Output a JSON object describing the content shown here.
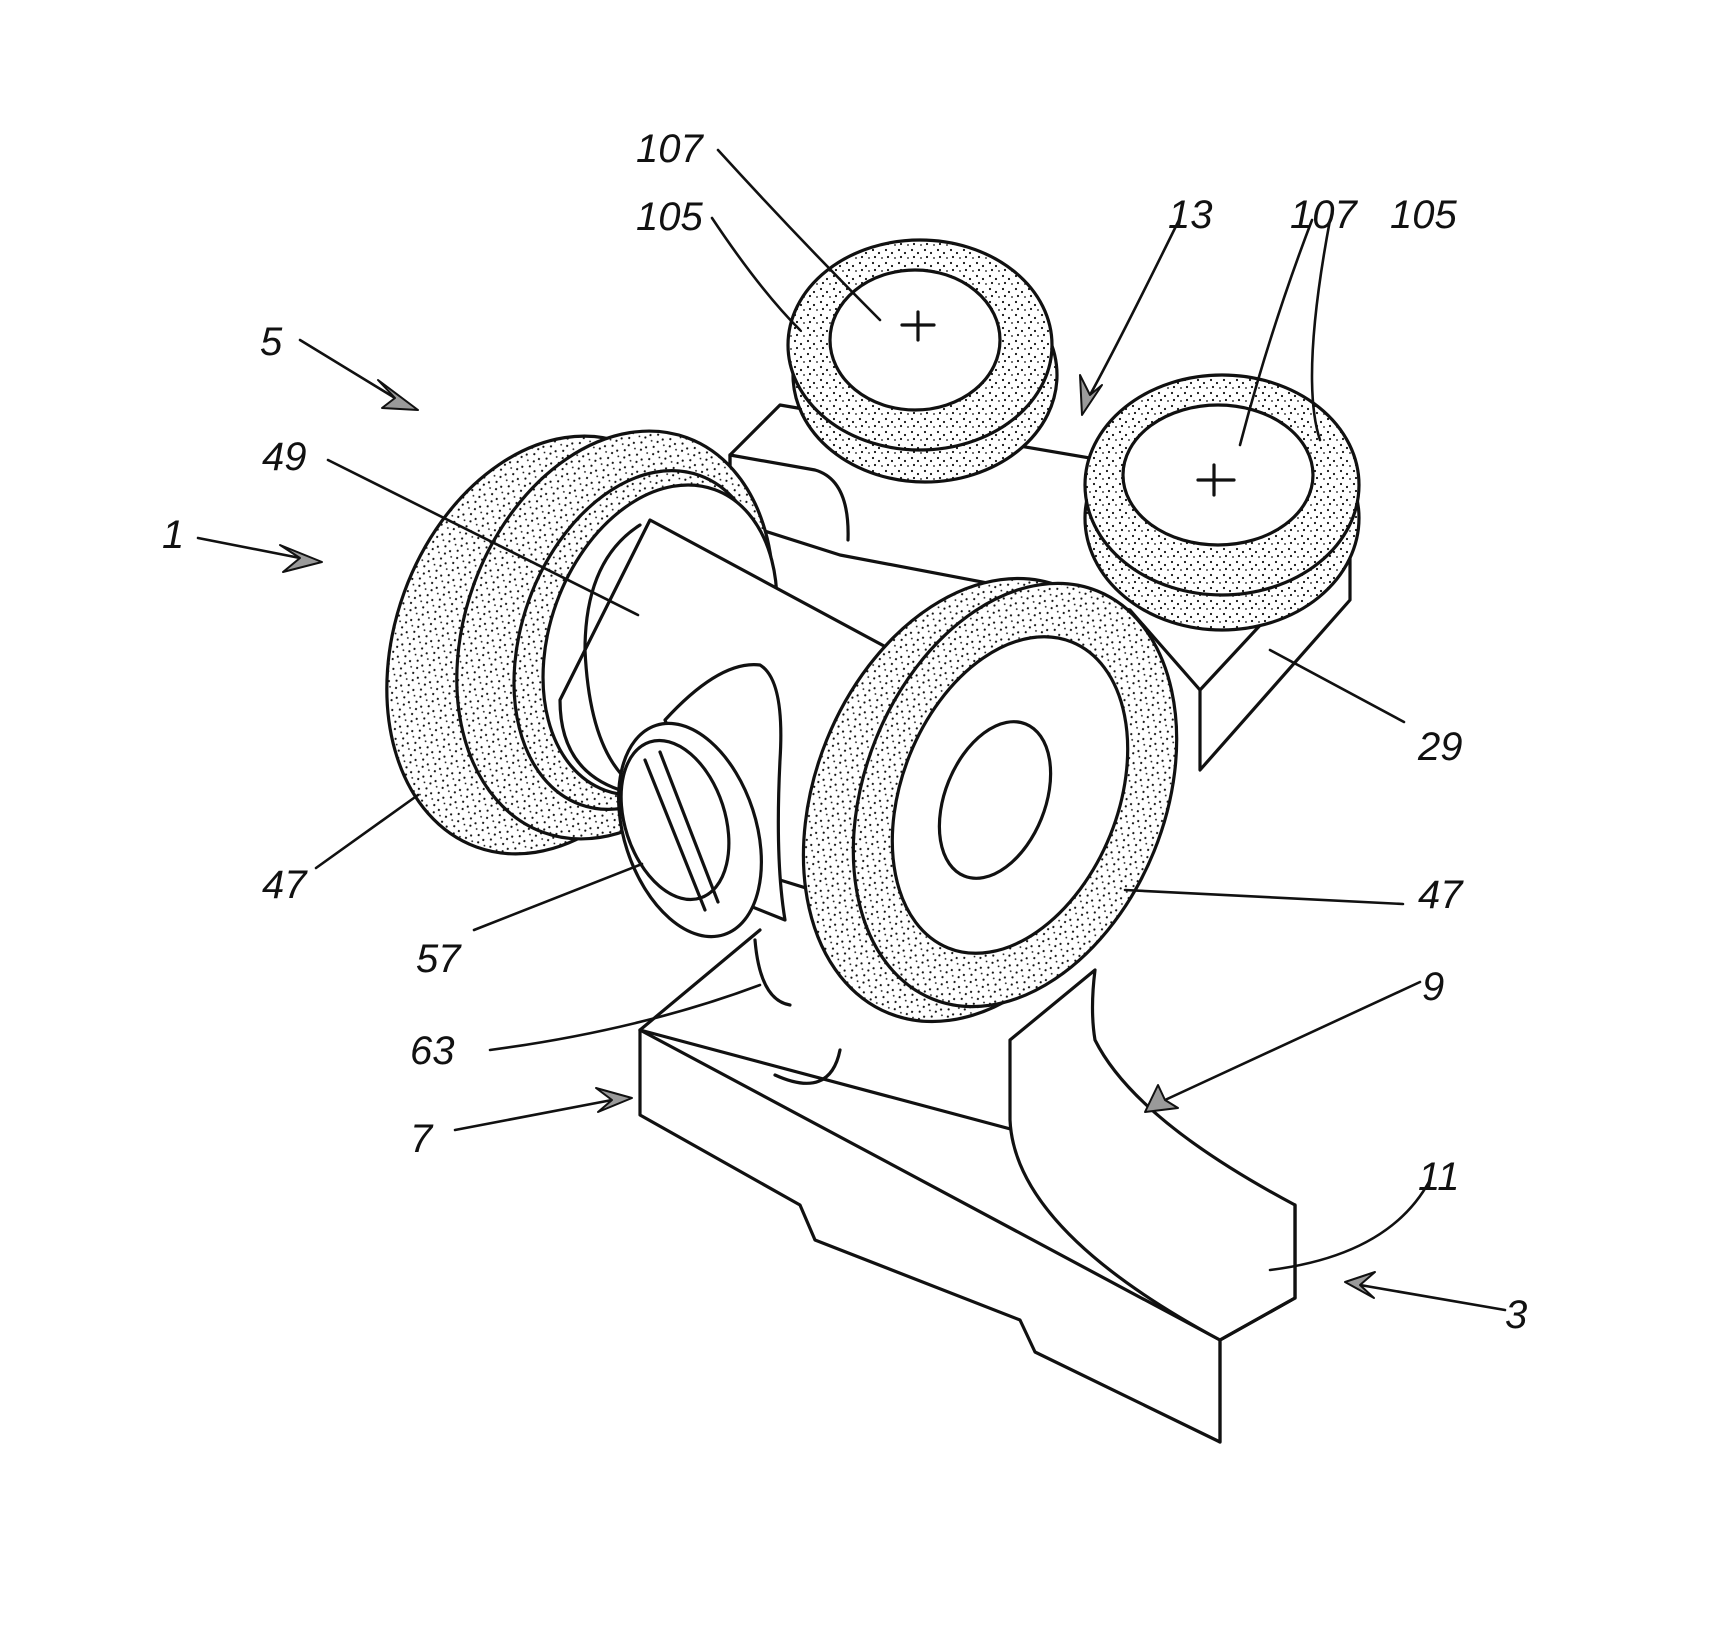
{
  "figure": {
    "labels": {
      "l107a": "107",
      "l105a": "105",
      "l13": "13",
      "l107b": "107",
      "l105b": "105",
      "l5": "5",
      "l49": "49",
      "l1": "1",
      "l29": "29",
      "l47a": "47",
      "l47b": "47",
      "l57": "57",
      "l9": "9",
      "l63": "63",
      "l7": "7",
      "l11": "11",
      "l3": "3"
    }
  },
  "colors": {
    "line": "#111111",
    "stipple_fill": "#ffffff",
    "arrow_fill": "#9a9a9a"
  }
}
